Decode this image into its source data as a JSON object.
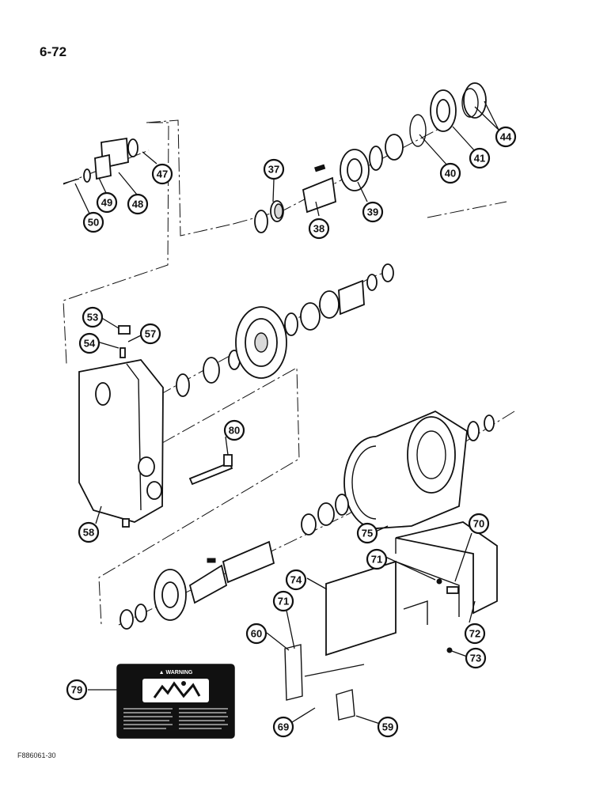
{
  "page_number": "6-72",
  "figure_code": "F886061-30",
  "decal": {
    "title": "▲ WARNING"
  },
  "callouts": [
    {
      "id": "c37",
      "label": "37"
    },
    {
      "id": "c38",
      "label": "38"
    },
    {
      "id": "c39",
      "label": "39"
    },
    {
      "id": "c40",
      "label": "40"
    },
    {
      "id": "c41",
      "label": "41"
    },
    {
      "id": "c44",
      "label": "44"
    },
    {
      "id": "c47",
      "label": "47"
    },
    {
      "id": "c48",
      "label": "48"
    },
    {
      "id": "c49",
      "label": "49"
    },
    {
      "id": "c50",
      "label": "50"
    },
    {
      "id": "c53",
      "label": "53"
    },
    {
      "id": "c54",
      "label": "54"
    },
    {
      "id": "c57",
      "label": "57"
    },
    {
      "id": "c58",
      "label": "58"
    },
    {
      "id": "c59",
      "label": "59"
    },
    {
      "id": "c60",
      "label": "60"
    },
    {
      "id": "c69",
      "label": "69"
    },
    {
      "id": "c70",
      "label": "70"
    },
    {
      "id": "c71a",
      "label": "71"
    },
    {
      "id": "c71b",
      "label": "71"
    },
    {
      "id": "c72",
      "label": "72"
    },
    {
      "id": "c73",
      "label": "73"
    },
    {
      "id": "c74",
      "label": "74"
    },
    {
      "id": "c75",
      "label": "75"
    },
    {
      "id": "c79",
      "label": "79"
    },
    {
      "id": "c80",
      "label": "80"
    }
  ]
}
